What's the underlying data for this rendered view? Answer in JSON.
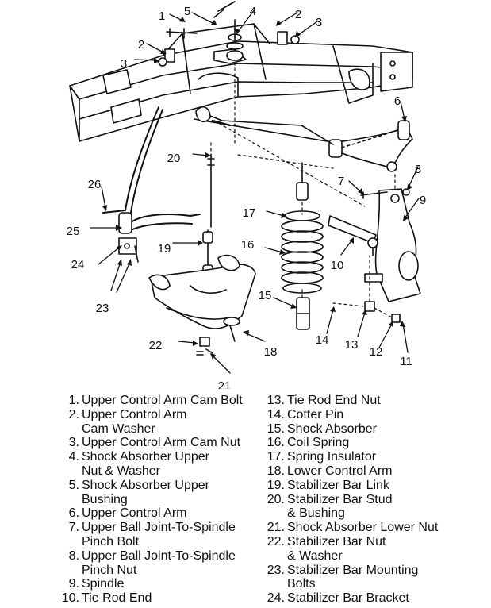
{
  "callouts": [
    "1",
    "2",
    "3",
    "4",
    "5",
    "2",
    "3",
    "6",
    "7",
    "8",
    "9",
    "10",
    "11",
    "12",
    "13",
    "14",
    "15",
    "16",
    "17",
    "18",
    "19",
    "20",
    "21",
    "22",
    "23",
    "24",
    "25",
    "26"
  ],
  "legend_left": [
    {
      "num": "1.",
      "lines": [
        "Upper Control Arm Cam Bolt"
      ]
    },
    {
      "num": "2.",
      "lines": [
        "Upper Control Arm",
        "Cam Washer"
      ]
    },
    {
      "num": "3.",
      "lines": [
        "Upper Control Arm Cam Nut"
      ]
    },
    {
      "num": "4.",
      "lines": [
        "Shock Absorber Upper",
        "Nut & Washer"
      ]
    },
    {
      "num": "5.",
      "lines": [
        "Shock Absorber Upper",
        "Bushing"
      ]
    },
    {
      "num": "6.",
      "lines": [
        "Upper Control Arm"
      ]
    },
    {
      "num": "7.",
      "lines": [
        "Upper Ball Joint-To-Spindle",
        "Pinch Bolt"
      ]
    },
    {
      "num": "8.",
      "lines": [
        "Upper Ball Joint-To-Spindle",
        "Pinch Nut"
      ]
    },
    {
      "num": "9.",
      "lines": [
        "Spindle"
      ]
    },
    {
      "num": "10.",
      "lines": [
        "Tie Rod End"
      ]
    }
  ],
  "legend_right": [
    {
      "num": "13.",
      "lines": [
        "Tie Rod End Nut"
      ]
    },
    {
      "num": "14.",
      "lines": [
        "Cotter Pin"
      ]
    },
    {
      "num": "15.",
      "lines": [
        "Shock Absorber"
      ]
    },
    {
      "num": "16.",
      "lines": [
        "Coil Spring"
      ]
    },
    {
      "num": "17.",
      "lines": [
        "Spring Insulator"
      ]
    },
    {
      "num": "18.",
      "lines": [
        "Lower Control Arm"
      ]
    },
    {
      "num": "19.",
      "lines": [
        "Stabilizer Bar Link"
      ]
    },
    {
      "num": "20.",
      "lines": [
        "Stabilizer Bar Stud",
        "& Bushing"
      ]
    },
    {
      "num": "21.",
      "lines": [
        "Shock Absorber Lower Nut"
      ]
    },
    {
      "num": "22.",
      "lines": [
        "Stabilizer Bar Nut",
        "& Washer"
      ]
    },
    {
      "num": "23.",
      "lines": [
        "Stabilizer Bar Mounting",
        "Bolts"
      ]
    },
    {
      "num": "24.",
      "lines": [
        "Stabilizer Bar Bracket"
      ]
    }
  ]
}
